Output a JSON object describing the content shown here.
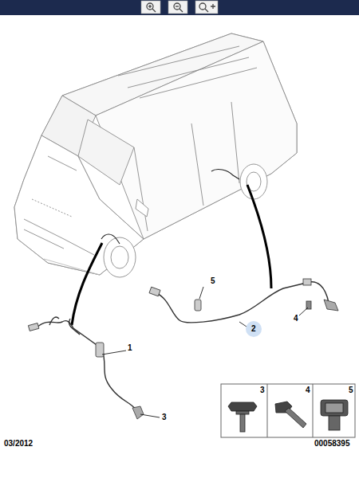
{
  "diagram": {
    "labels": [
      "1",
      "2",
      "3",
      "4",
      "5",
      "3",
      "4",
      "5",
      "03/2012",
      "00058395"
    ]
  }
}
